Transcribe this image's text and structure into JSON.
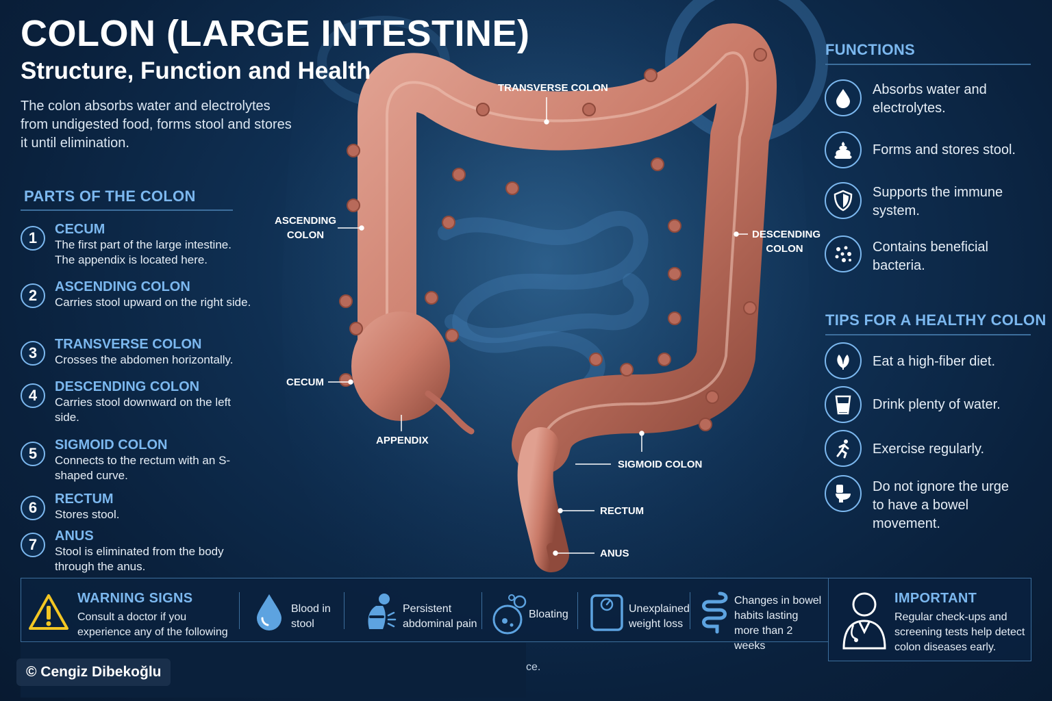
{
  "header": {
    "title": "COLON (LARGE INTESTINE)",
    "subtitle": "Structure, Function and Health",
    "intro": "The colon absorbs water and electrolytes from undigested food, forms stool and stores it until elimination."
  },
  "parts": {
    "heading": "PARTS OF THE COLON",
    "items": [
      {
        "num": "1",
        "name": "CECUM",
        "desc": "The first part of the large intestine. The appendix is located here."
      },
      {
        "num": "2",
        "name": "ASCENDING COLON",
        "desc": "Carries stool upward on the right side."
      },
      {
        "num": "3",
        "name": "TRANSVERSE COLON",
        "desc": "Crosses the abdomen horizontally."
      },
      {
        "num": "4",
        "name": "DESCENDING COLON",
        "desc": "Carries stool downward on the left side."
      },
      {
        "num": "5",
        "name": "SIGMOID COLON",
        "desc": "Connects to the rectum with an S-shaped curve."
      },
      {
        "num": "6",
        "name": "RECTUM",
        "desc": "Stores stool."
      },
      {
        "num": "7",
        "name": "ANUS",
        "desc": "Stool is eliminated from the body through the anus."
      }
    ]
  },
  "diagram_labels": {
    "transverse": "TRANSVERSE COLON",
    "ascending": "ASCENDING\nCOLON",
    "descending": "DESCENDING\nCOLON",
    "cecum": "CECUM",
    "appendix": "APPENDIX",
    "sigmoid": "SIGMOID COLON",
    "rectum": "RECTUM",
    "anus": "ANUS"
  },
  "functions": {
    "heading": "FUNCTIONS",
    "items": [
      {
        "icon": "water-drop-icon",
        "text": "Absorbs water and electrolytes."
      },
      {
        "icon": "stool-icon",
        "text": "Forms and stores stool."
      },
      {
        "icon": "shield-icon",
        "text": "Supports the immune system."
      },
      {
        "icon": "bacteria-icon",
        "text": "Contains beneficial bacteria."
      }
    ]
  },
  "tips": {
    "heading": "TIPS FOR A HEALTHY COLON",
    "items": [
      {
        "icon": "leaf-icon",
        "text": "Eat a high-fiber diet."
      },
      {
        "icon": "water-glass-icon",
        "text": "Drink plenty of water."
      },
      {
        "icon": "running-person-icon",
        "text": "Exercise regularly."
      },
      {
        "icon": "toilet-icon",
        "text": "Do not ignore the urge to have a bowel movement."
      }
    ]
  },
  "warning": {
    "heading": "WARNING SIGNS",
    "desc": "Consult a doctor if you experience any of the following symptoms:",
    "symptoms": [
      {
        "icon": "blood-drop-icon",
        "text": "Blood in stool"
      },
      {
        "icon": "abdominal-pain-icon",
        "text": "Persistent abdominal pain"
      },
      {
        "icon": "bloating-icon",
        "text": "Bloating"
      },
      {
        "icon": "weight-scale-icon",
        "text": "Unexplained weight loss"
      },
      {
        "icon": "bowel-icon",
        "text": "Changes in bowel habits lasting more than 2 weeks"
      }
    ]
  },
  "important": {
    "heading": "IMPORTANT",
    "desc": "Regular check-ups and screening tests help detect colon diseases early."
  },
  "footer": {
    "copyright": "© Cengiz Dibekoğlu",
    "stub": "ce."
  },
  "colors": {
    "accent": "#7cb8ef",
    "background": "#0f2f52",
    "colon_tissue": "#c97a68",
    "warning_yellow": "#f3c623"
  }
}
